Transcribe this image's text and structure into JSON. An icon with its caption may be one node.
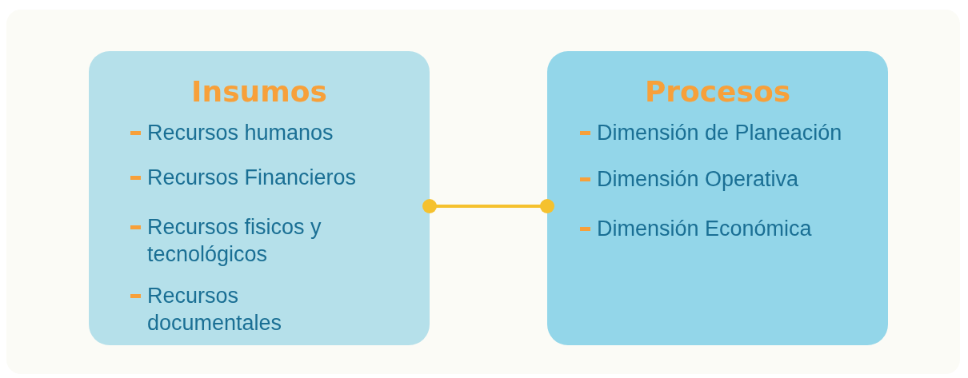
{
  "diagram": {
    "nodes": [
      {
        "text": [
          "Insumos",
          "Recursos humanos",
          "Recursos Financieros",
          "Recursos fisicos y tecnológicos",
          "Recursos documentales"
        ]
      },
      {
        "text": [
          "Procesos",
          "Dimensión de Planeación",
          "Dimensión Operativa",
          "Dimensión Económica"
        ]
      }
    ],
    "edges": [
      {
        "from": 0,
        "to": 1,
        "arrow": "other",
        "color": "#f5c12e"
      }
    ]
  }
}
